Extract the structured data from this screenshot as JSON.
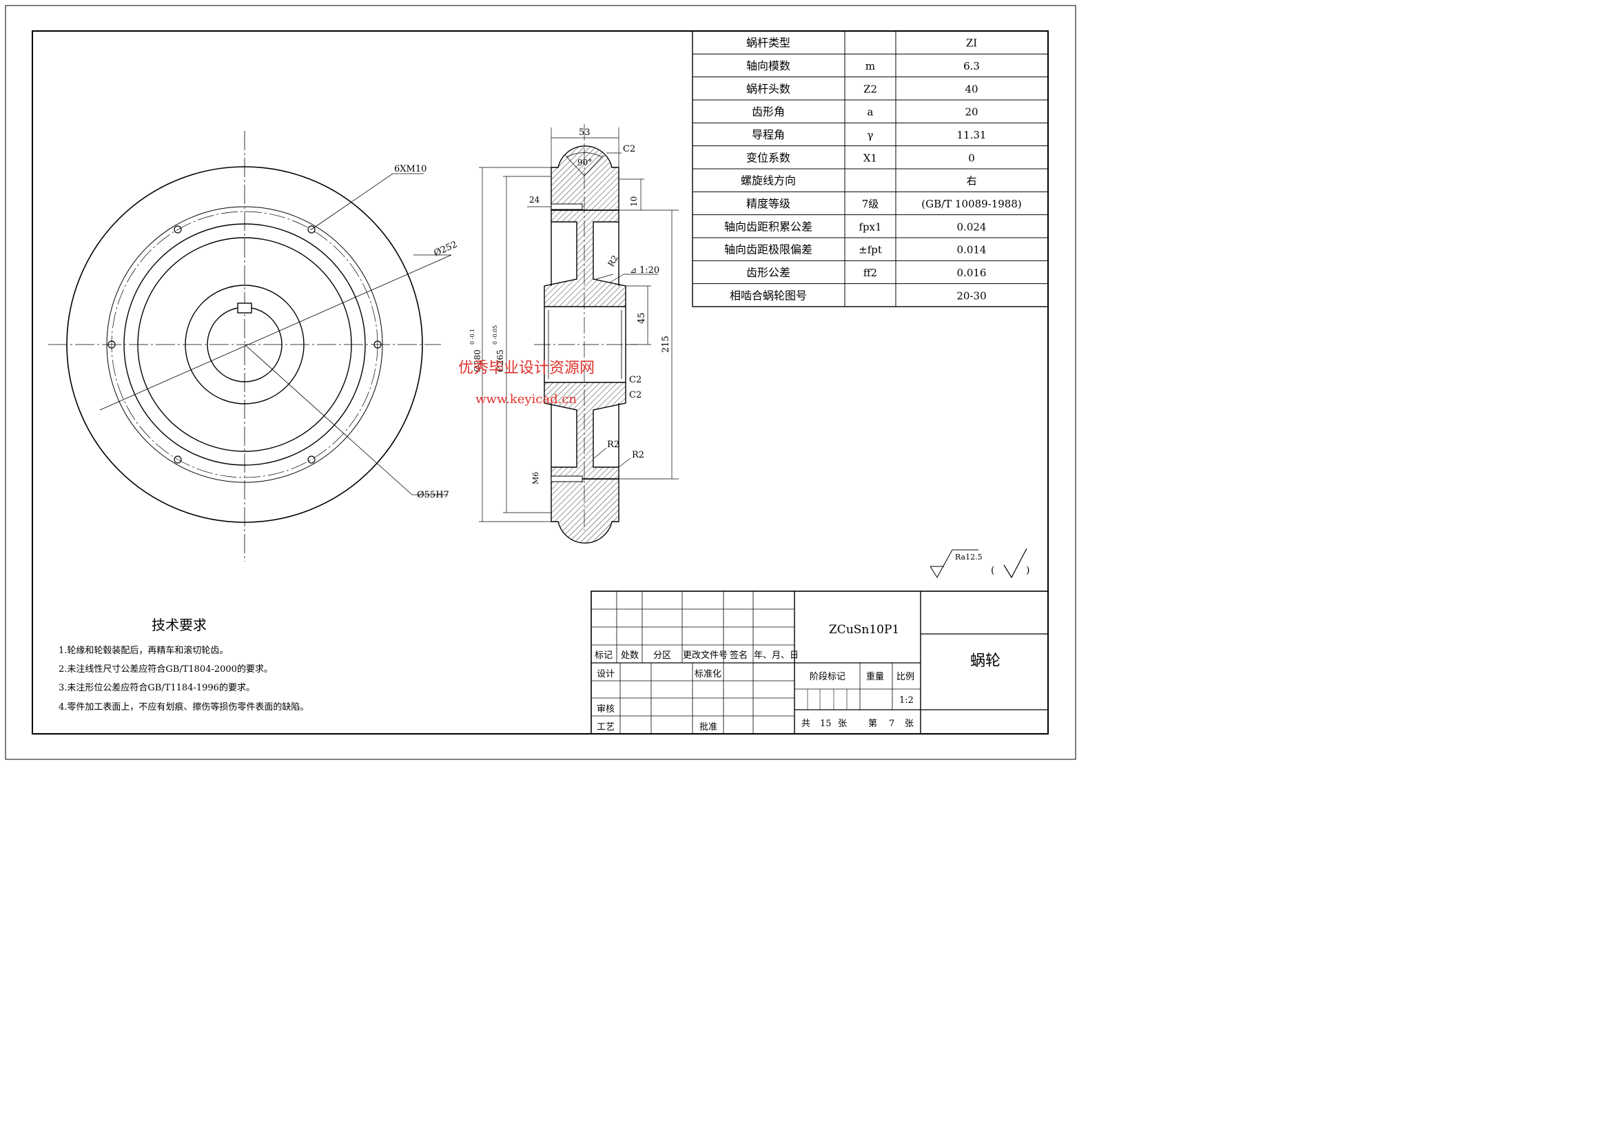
{
  "parameters": [
    {
      "name": "蜗杆类型",
      "symbol": "",
      "value": "ZI"
    },
    {
      "name": "轴向模数",
      "symbol": "m",
      "value": "6.3"
    },
    {
      "name": "蜗杆头数",
      "symbol": "Z2",
      "value": "40"
    },
    {
      "name": "齿形角",
      "symbol": "a",
      "value": "20"
    },
    {
      "name": "导程角",
      "symbol": "γ",
      "value": "11.31"
    },
    {
      "name": "变位系数",
      "symbol": "X1",
      "value": "0"
    },
    {
      "name": "螺旋线方向",
      "symbol": "",
      "value": "右"
    },
    {
      "name": "精度等级",
      "symbol": "7级",
      "value": "(GB/T 10089-1988)"
    },
    {
      "name": "轴向齿距积累公差",
      "symbol": "fpx1",
      "value": "0.024"
    },
    {
      "name": "轴向齿距极限偏差",
      "symbol": "±fpt",
      "value": "0.014"
    },
    {
      "name": "齿形公差",
      "symbol": "ff2",
      "value": "0.016"
    },
    {
      "name": "相啮合蜗轮图号",
      "symbol": "",
      "value": "20-30"
    }
  ],
  "front_view": {
    "thread_label": "6XM10",
    "outer_dia": "Ø252",
    "bore": "Ø55H7"
  },
  "section_view": {
    "width": "53",
    "angle": "90°",
    "chamfer_top": "C2",
    "depth_24": "24",
    "dim_10": "10",
    "radius_r2a": "R2",
    "taper": "1:20",
    "dim_45": "45",
    "dim_215": "215",
    "dia_280": "Ø280",
    "dia_280_tol": "0 -0.1",
    "dia_265": "Ø265",
    "dia_265_tol": "0 -0.05",
    "chamfer_c2a": "C2",
    "chamfer_c2b": "C2",
    "radius_r2b": "R2",
    "radius_r2c": "R2",
    "m6": "M6"
  },
  "watermark": {
    "line1": "优秀毕业设计资源网",
    "line2": "www.keyicad.cn"
  },
  "surface": {
    "ra": "Ra12.5",
    "paren_open": "(",
    "paren_close": ")"
  },
  "tech_req": {
    "title": "技术要求",
    "items": [
      "1.轮缘和轮毂装配后，再精车和滚切轮齿。",
      "2.未注线性尺寸公差应符合GB/T1804-2000的要求。",
      "3.未注形位公差应符合GB/T1184-1996的要求。",
      "4.零件加工表面上，不应有划痕、擦伤等损伤零件表面的缺陷。"
    ]
  },
  "title_block": {
    "material": "ZCuSn10P1",
    "part_name": "蜗轮",
    "h_biaoji": "标记",
    "h_chushu": "处数",
    "h_fenqu": "分区",
    "h_genggai": "更改文件号",
    "h_qianming": "签名",
    "h_date": "年、月、日",
    "design": "设计",
    "standard": "标准化",
    "review": "审核",
    "process": "工艺",
    "approve": "批准",
    "stage": "阶段标记",
    "weight": "重量",
    "scale_label": "比例",
    "scale": "1:2",
    "total_label": "共",
    "total": "15",
    "sheets_label": "张",
    "page_label": "第",
    "page": "7",
    "page_unit": "张"
  }
}
